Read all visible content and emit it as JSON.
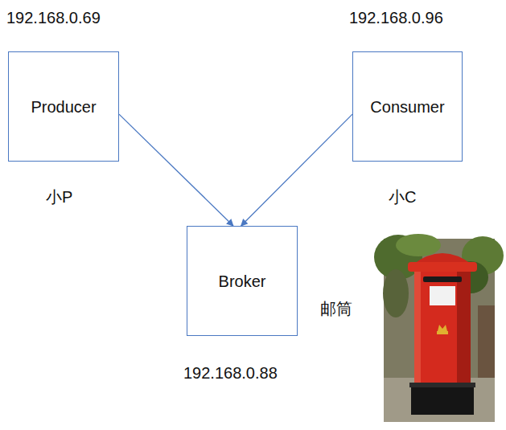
{
  "diagram": {
    "nodes": [
      {
        "text": [
          "Producer"
        ]
      },
      {
        "text": [
          "Consumer"
        ]
      },
      {
        "text": [
          "Broker"
        ]
      }
    ],
    "edges": [
      {
        "from": 0,
        "to": 2,
        "arrow": "to"
      },
      {
        "from": 1,
        "to": 2,
        "arrow": "to"
      }
    ],
    "labels": [
      "192.168.0.69",
      "192.168.0.96",
      "小P",
      "小C",
      "192.168.0.88",
      "邮筒"
    ]
  }
}
